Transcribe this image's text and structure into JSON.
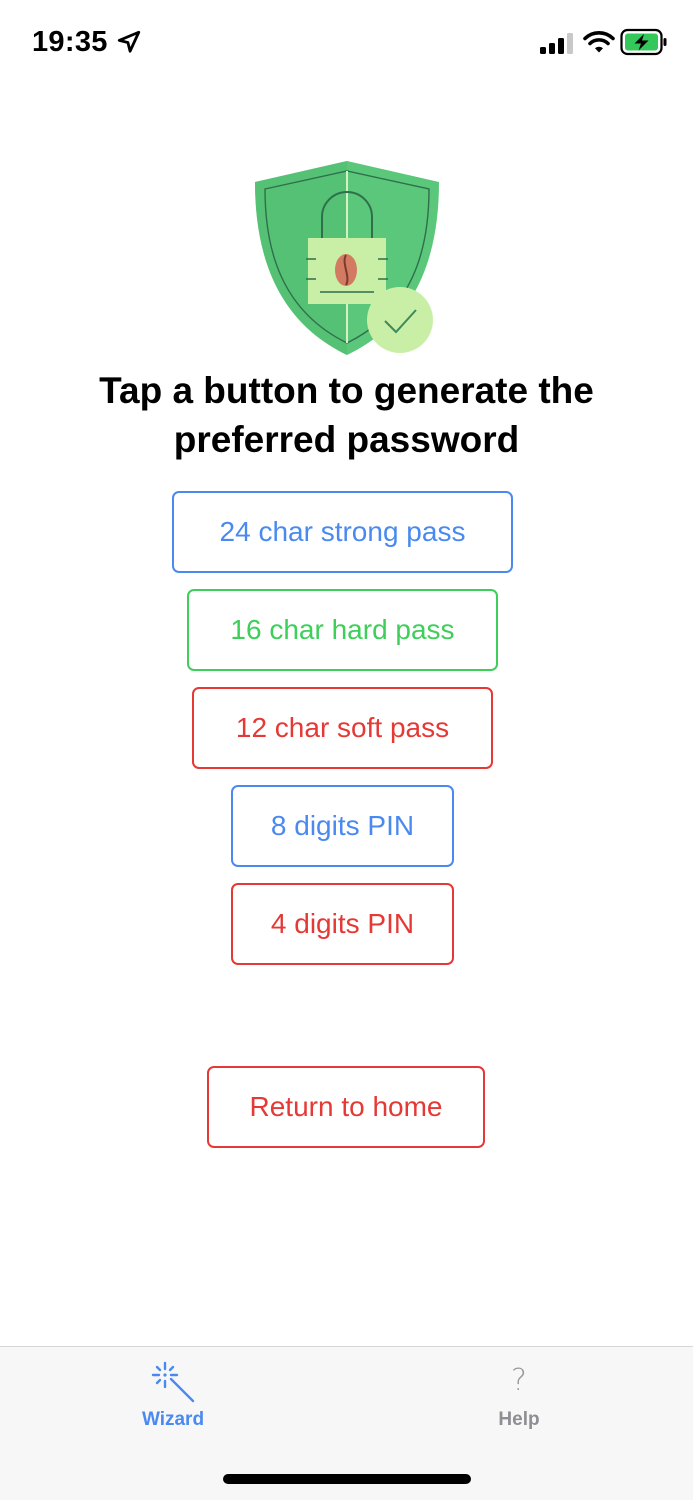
{
  "status_bar": {
    "time": "19:35"
  },
  "heading": {
    "line1": "Tap a button to generate the",
    "line2": "preferred password"
  },
  "options": {
    "strong": "24 char strong pass",
    "hard": "16 char hard pass",
    "soft": "12 char soft pass",
    "pin8": "8 digits PIN",
    "pin4": "4 digits PIN"
  },
  "return_home": "Return to home",
  "tabs": {
    "wizard": {
      "label": "Wizard",
      "icon": "magic-wand-icon"
    },
    "help": {
      "label": "Help",
      "icon": "question-mark-icon",
      "glyph": "?"
    }
  },
  "colors": {
    "blue": "#4a8af0",
    "green": "#3dcf5a",
    "red": "#e53935",
    "shield_green": "#5ac77a"
  }
}
